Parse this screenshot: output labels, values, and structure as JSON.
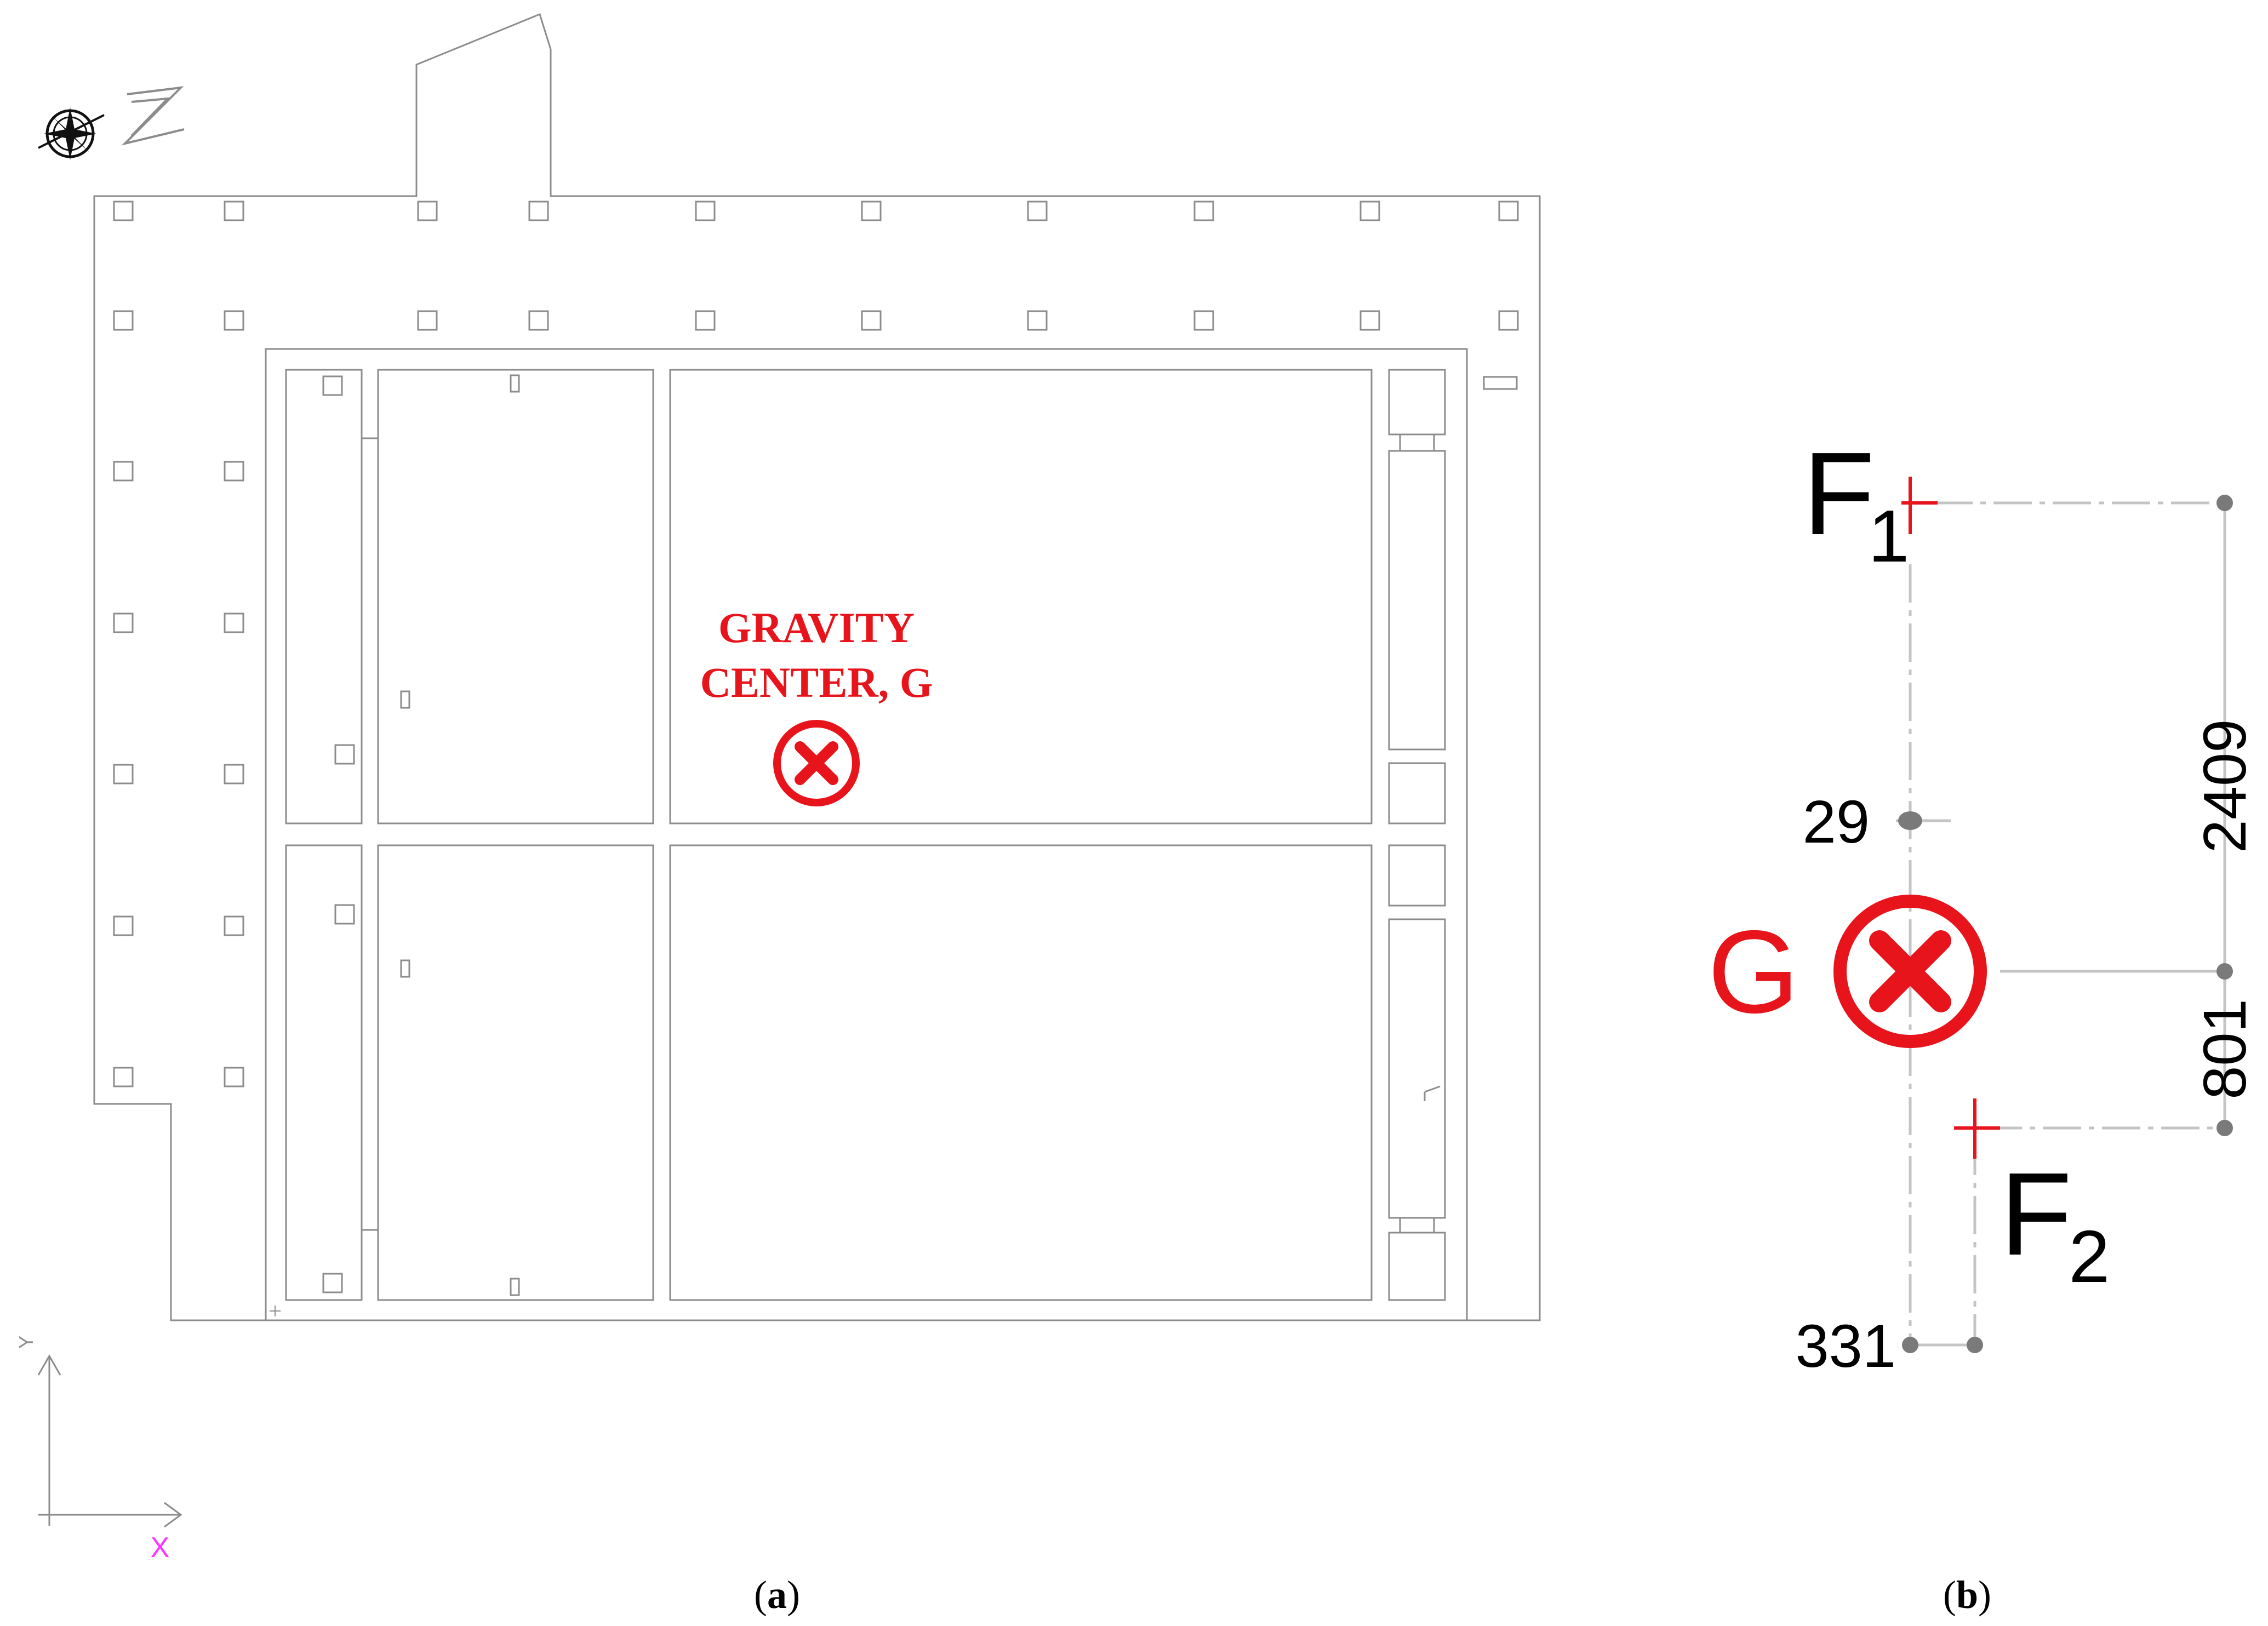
{
  "panel_a": {
    "annotation_line1": "GRAVITY",
    "annotation_line2": "CENTER, G",
    "axis_y": "Y",
    "axis_x": "X",
    "north_marker": "Z",
    "caption_open": "(",
    "caption_letter": "a",
    "caption_close": ")"
  },
  "panel_b": {
    "label_f1_main": "F",
    "label_f1_sub": "1",
    "label_f2_main": "F",
    "label_f2_sub": "2",
    "label_g": "G",
    "dim_29": "29",
    "dim_331": "331",
    "dim_2409": "2409",
    "dim_801": "801",
    "caption_open": "(",
    "caption_letter": "b",
    "caption_close": ")"
  },
  "colors": {
    "accent": "#e8141b",
    "line": "#8c8c8c",
    "dim": "#a8a8a8",
    "text": "#000000",
    "axis_x_label": "#ff33ff"
  }
}
